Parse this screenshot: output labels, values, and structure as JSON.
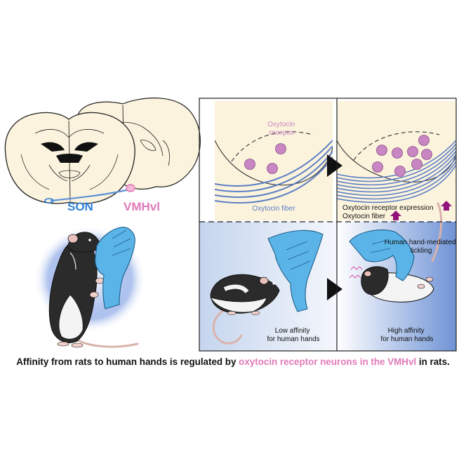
{
  "colors": {
    "brain_fill": "#fbf3dd",
    "panel_bg": "#fcf3dd",
    "receptor": "#c887c2",
    "fiber": "#5b7fc4",
    "son_blue": "#2f7fd6",
    "vmhvl_pink": "#e07ab8",
    "glove": "#5bb4e8",
    "arrow_up": "#93137c",
    "lower_bg": "#c9d8ef",
    "caption_highlight": "#e07ab8"
  },
  "brain": {
    "son_label": "SON",
    "vmhvl_label": "VMHvl"
  },
  "panels": {
    "top_left": {
      "receptor_label": "Oxytocin receptor",
      "fiber_label": "Oxytocin fiber",
      "receptor_count": 3
    },
    "top_right": {
      "receptor_count": 8,
      "line1": "Oxytocin receptor expression",
      "line2": "Oxytocin fiber"
    },
    "bottom_left": {
      "label": "Low affinity for human hands"
    },
    "bottom_right": {
      "tickle_label": "Human hand-mediated tickling",
      "label": "High affinity for human hands"
    }
  },
  "caption": {
    "prefix": "Affinity from rats to human hands is regulated by ",
    "highlight": "oxytocin receptor neurons in the VMHvl",
    "suffix": " in rats."
  }
}
